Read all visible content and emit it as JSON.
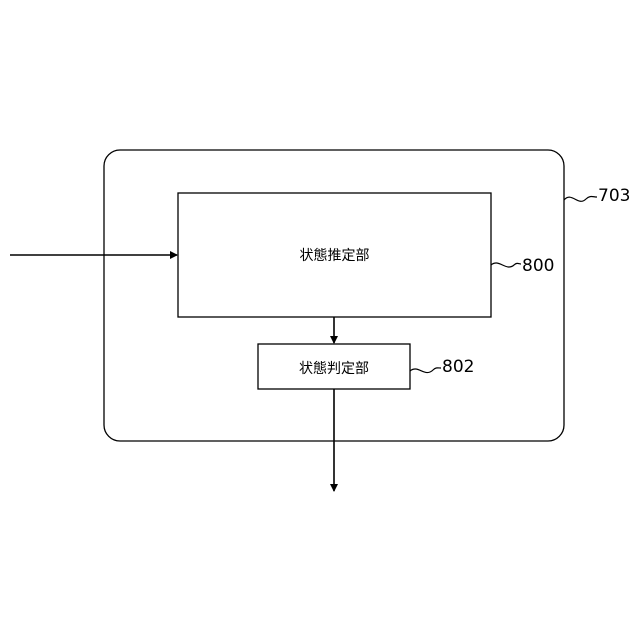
{
  "diagram": {
    "outer_unit_ref": "703",
    "blocks": [
      {
        "label": "状態推定部",
        "ref": "800"
      },
      {
        "label": "状態判定部",
        "ref": "802"
      }
    ]
  }
}
